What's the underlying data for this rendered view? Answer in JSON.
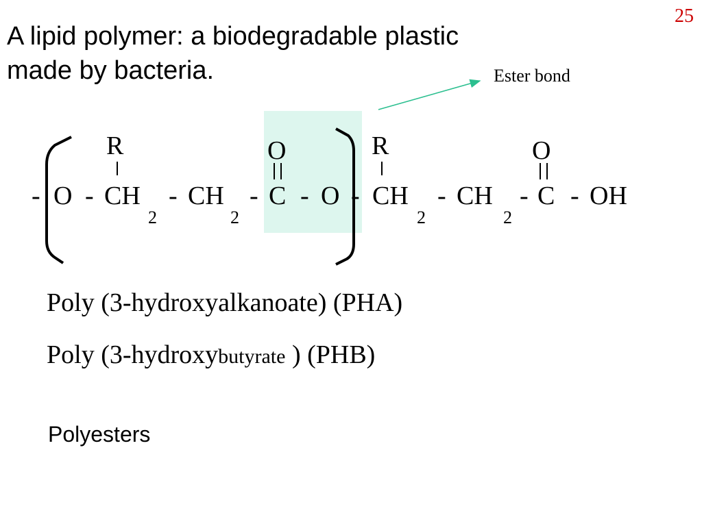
{
  "slide": {
    "number": "25",
    "title_line1": "A lipid polymer:  a biodegradable plastic",
    "title_line2": "made by bacteria.",
    "ester_label": "Ester bond",
    "formula": {
      "dash": "-",
      "o": "O",
      "ch": "CH",
      "sub2": "2",
      "c": "C",
      "oh": "OH",
      "r": "R"
    },
    "name_pha": "Poly (3-hydroxyalkanoate) (PHA)",
    "name_phb_a": "Poly (3-hydroxy",
    "name_phb_b": "butyrate",
    "name_phb_c": " ) (PHB)",
    "polyesters": "Polyesters"
  },
  "colors": {
    "slide_number": "#cc0000",
    "highlight": "#ddf6ee",
    "arrow": "#2bbf8f",
    "text": "#000000"
  }
}
